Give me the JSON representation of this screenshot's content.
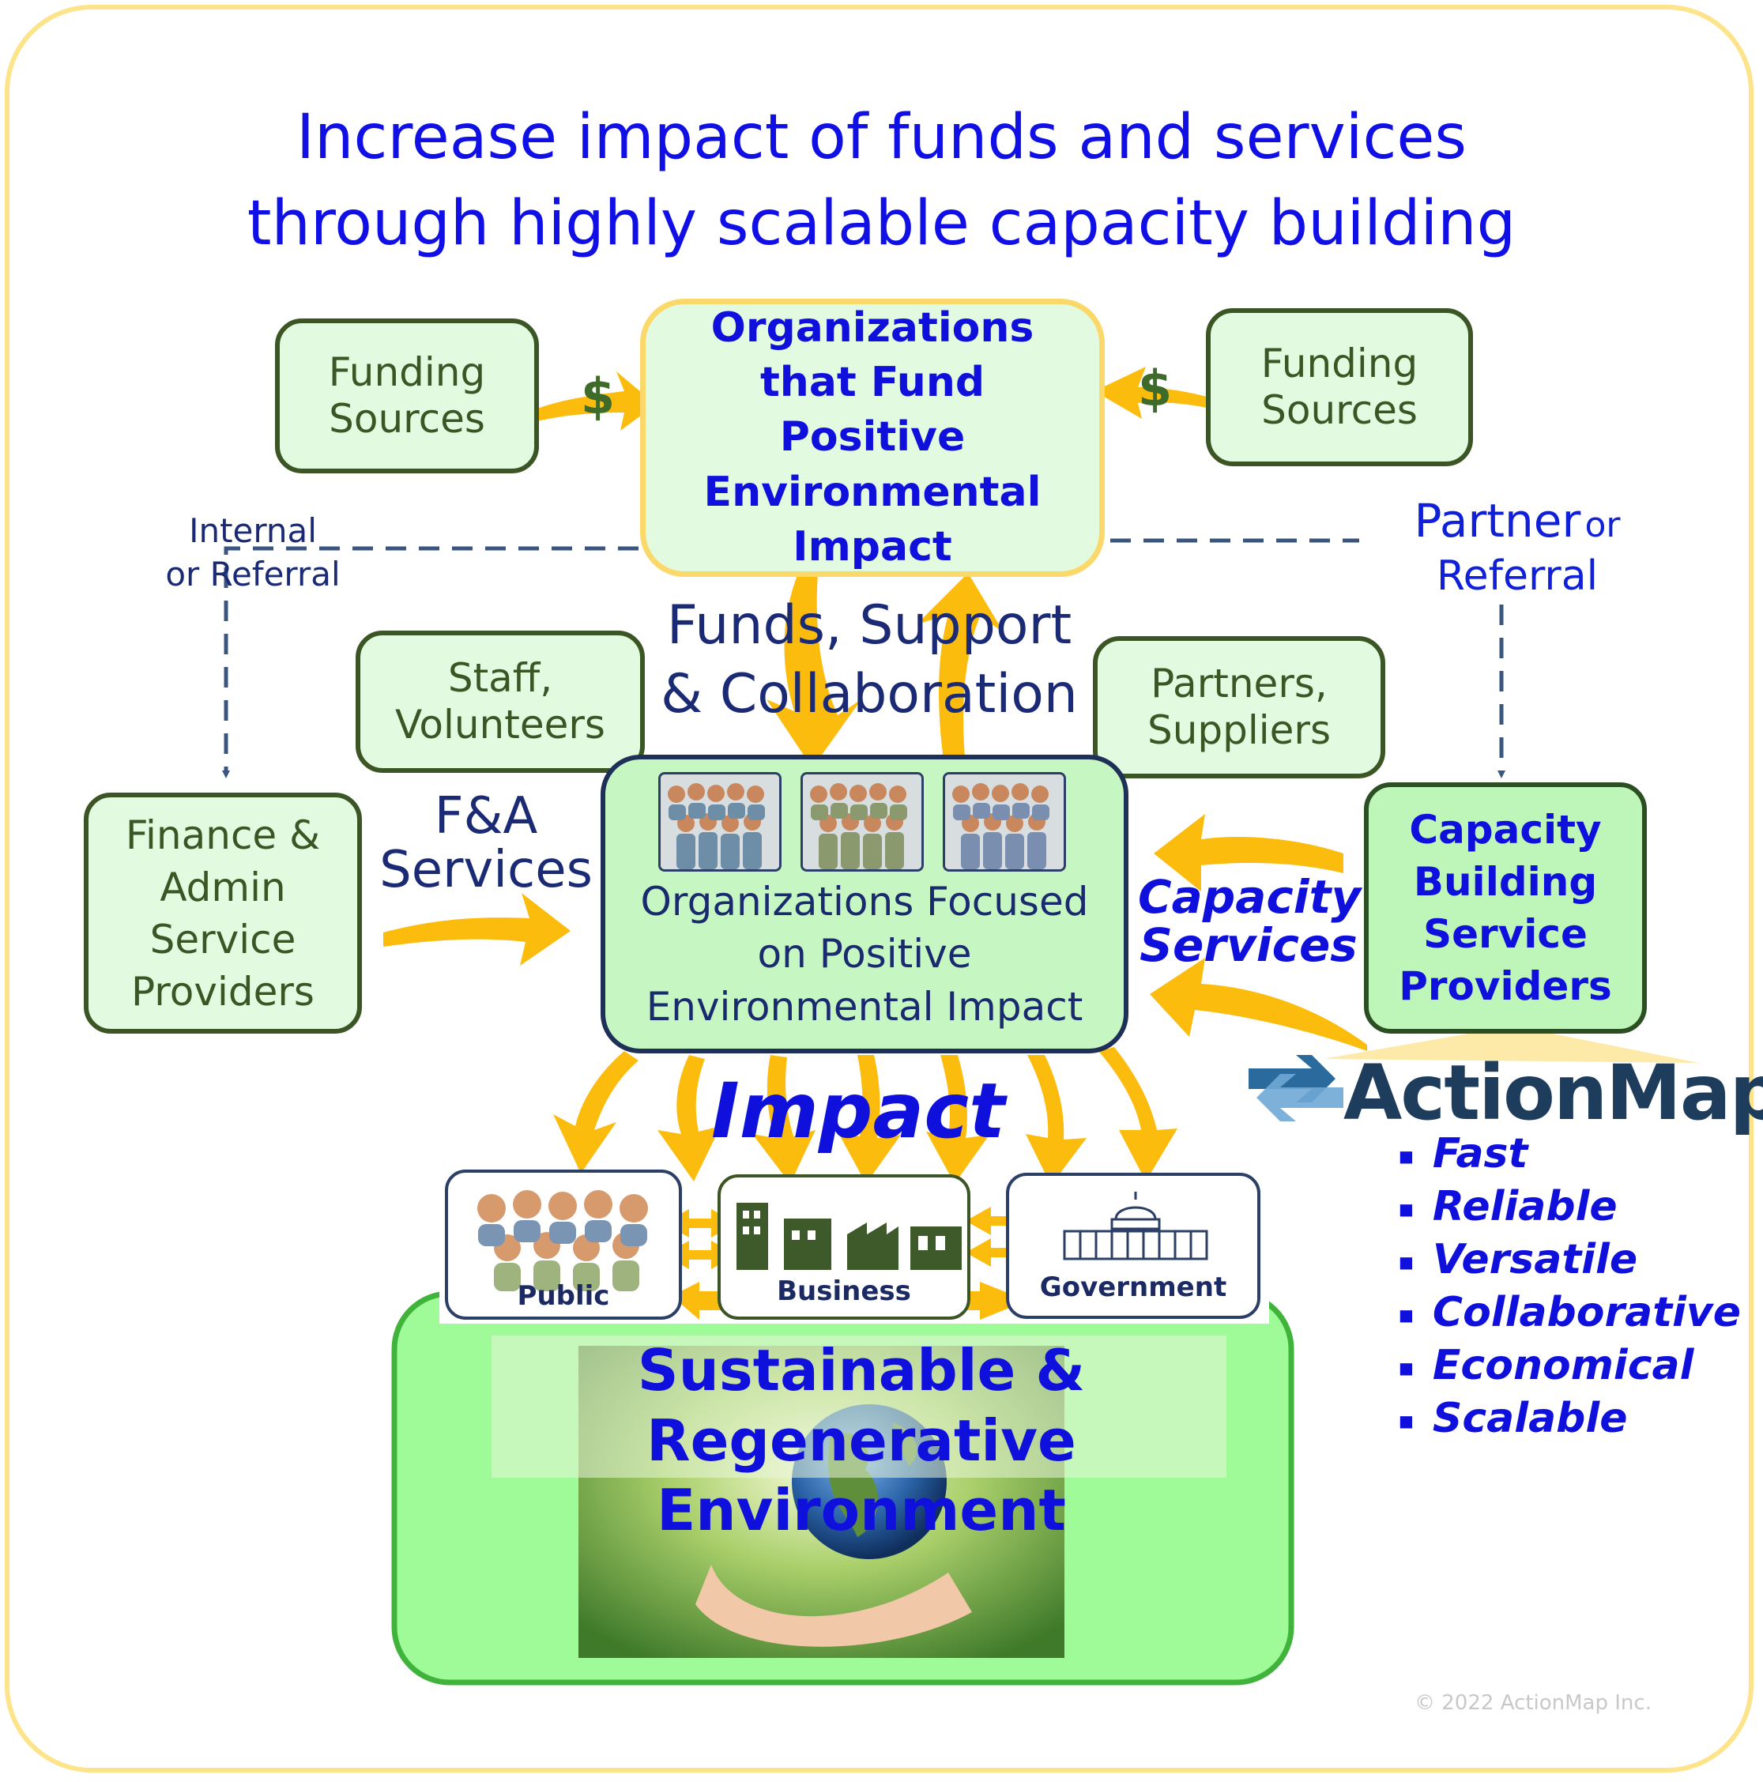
{
  "title": {
    "line1": "Increase impact of funds and services",
    "line2": "through highly scalable capacity building"
  },
  "boxes": {
    "funding_left": "Funding Sources",
    "funding_right": "Funding Sources",
    "funders": "Organizations that Fund Positive Environmental Impact",
    "staff": "Staff, Volunteers",
    "partners": "Partners, Suppliers",
    "finance": "Finance & Admin Service Providers",
    "orgs_focused": "Organizations Focused on Positive Environmental Impact",
    "capacity_providers": "Capacity Building Service Providers"
  },
  "labels": {
    "dollar_left": "$",
    "dollar_right": "$",
    "internal_line1": "Internal",
    "internal_line2": "or Referral",
    "partner_word": "Partner",
    "partner_or": "or",
    "partner_referral": "Referral",
    "funds_line1": "Funds, Support",
    "funds_line2": "& Collaboration",
    "fa_line1": "F&A",
    "fa_line2": "Services",
    "capacity_line1": "Capacity",
    "capacity_line2": "Services",
    "impact": "Impact"
  },
  "sectors": {
    "public": "Public",
    "business": "Business",
    "government": "Government"
  },
  "environment": {
    "line1": "Sustainable &",
    "line2": "Regenerative Environment"
  },
  "brand": {
    "name": "ActionMap",
    "qualities": [
      "Fast",
      "Reliable",
      "Versatile",
      "Collaborative",
      "Economical",
      "Scalable"
    ]
  },
  "copyright": "© 2022 ActionMap Inc.",
  "colors": {
    "arrow": "#fbbc0e",
    "box_fill": "#e2fadf",
    "box_border": "#3b5524",
    "title_blue": "#1010e6",
    "dash": "#3a5580",
    "env_fill": "#9efb98"
  }
}
